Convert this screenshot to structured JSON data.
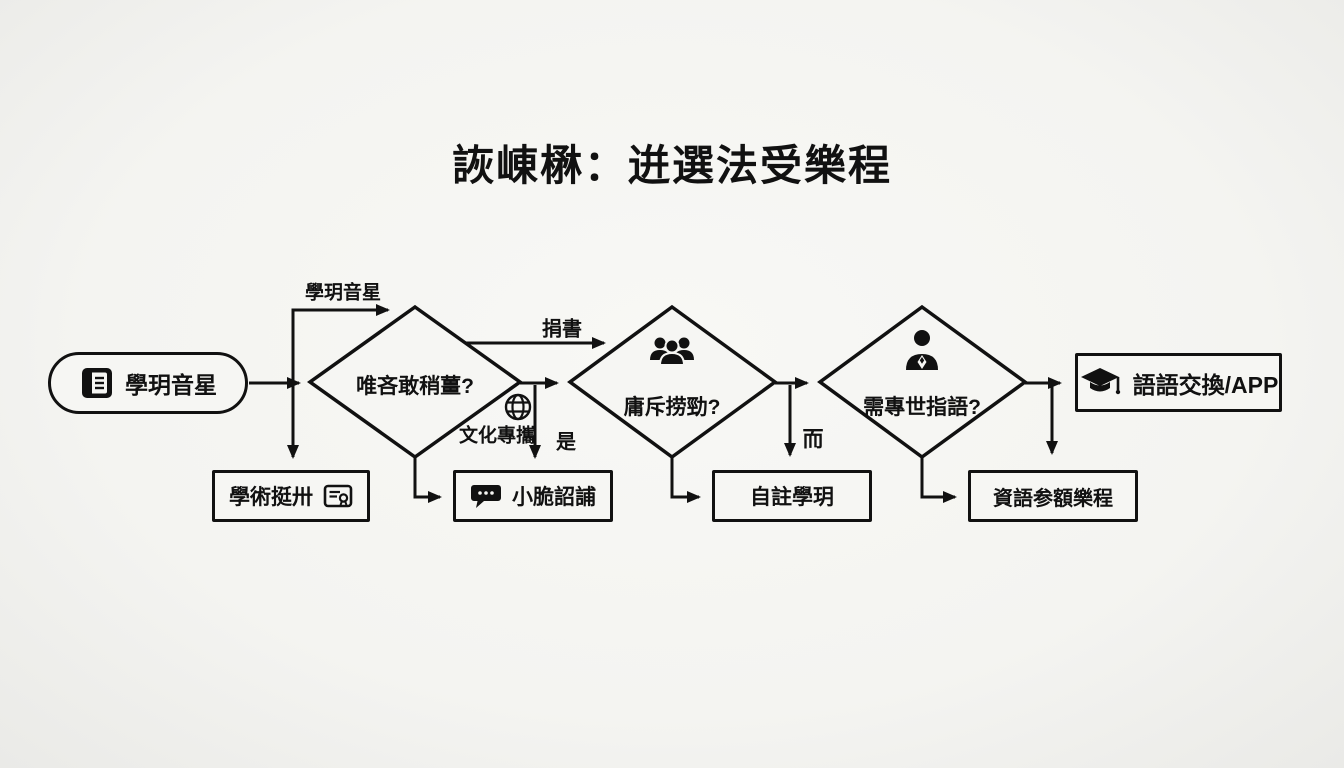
{
  "title": "詼崠楙：逬選法受樂程",
  "flow": {
    "start": {
      "label": "學玥音星",
      "icon": "book-icon"
    },
    "decisions": [
      {
        "id": "d1",
        "label": "唯吝敢稍薑?"
      },
      {
        "id": "d2",
        "label": "庸斥捞勁?",
        "icon": "group-icon"
      },
      {
        "id": "d3",
        "label": "需專世指語?",
        "icon": "person-icon"
      }
    ],
    "end": {
      "label": "語語交換/APP",
      "icon": "graduation-cap-icon"
    },
    "outcomes": [
      {
        "id": "academic",
        "label": "學術挺卅",
        "icon": "certificate-icon"
      },
      {
        "id": "conversation",
        "label": "小脆詔誧",
        "icon": "speech-bubble-icon"
      },
      {
        "id": "selfstudy",
        "label": "自註學玥"
      },
      {
        "id": "resources",
        "label": "資語参額樂程"
      }
    ],
    "edge_labels": {
      "start_up": "學玥音星",
      "bypass": "捐書",
      "culture": "文化專攜",
      "culture_icon": "globe-icon",
      "yes": "是",
      "er": "而"
    }
  },
  "colors": {
    "ink": "#111111",
    "background": "#f5f5f2"
  }
}
